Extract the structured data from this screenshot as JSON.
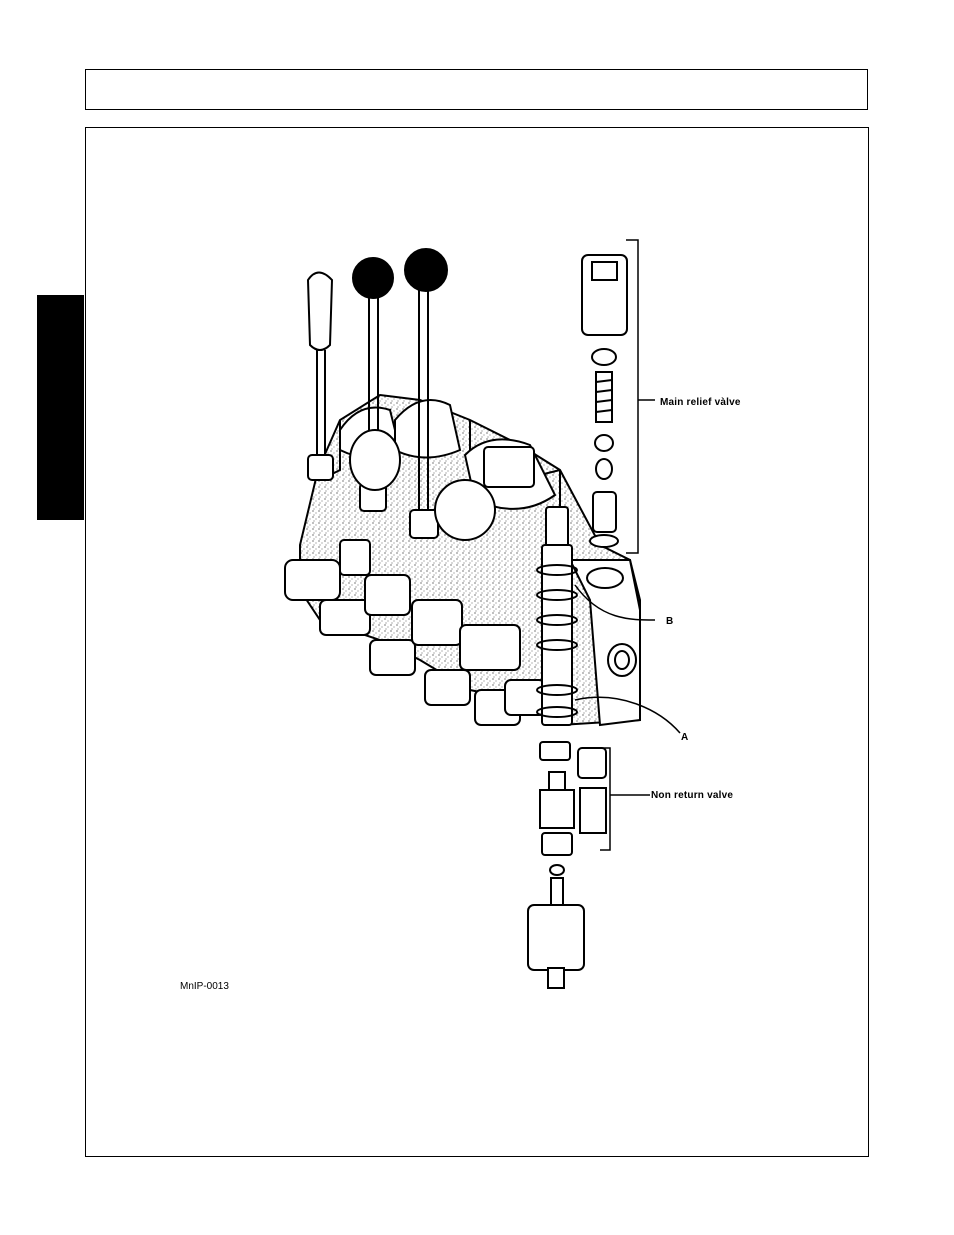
{
  "figure": {
    "labels": {
      "main_relief_valve": "Main relief vàlve",
      "b": "B",
      "a": "A",
      "non_return_valve": "Non return valve"
    },
    "code": "MnIP-0013"
  }
}
